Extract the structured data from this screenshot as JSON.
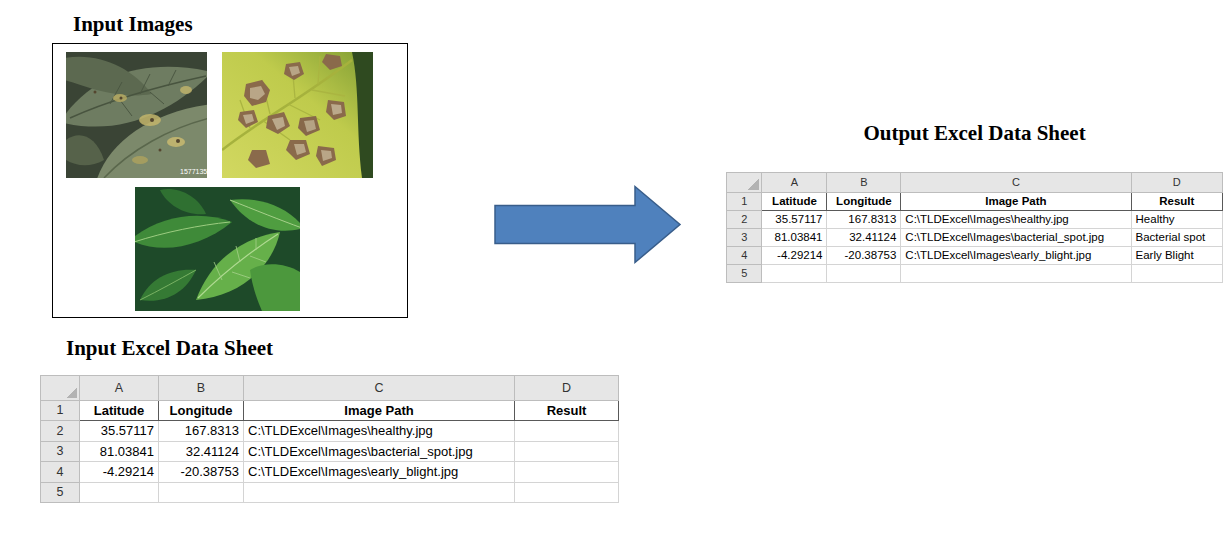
{
  "diagram": {
    "nodes": [
      {
        "text": [
          "Input Images"
        ]
      },
      {
        "text": [
          "Input Excel Data Sheet"
        ]
      },
      {
        "text": [
          "Output Excel Data Sheet"
        ]
      }
    ],
    "edges": [
      {
        "from": 0,
        "to": 2,
        "arrow": "to"
      }
    ],
    "labels": [
      "1577135",
      "A",
      "B",
      "C",
      "D",
      "1",
      "Latitude",
      "Longitude",
      "Image Path",
      "Result",
      "2",
      "35.57117",
      "167.8313",
      "C:\\TLDExcel\\Images\\healthy.jpg",
      "3",
      "81.03841",
      "32.41124",
      "C:\\TLDExcel\\Images\\bacterial_spot.jpg",
      "4",
      "-4.29214",
      "-20.38753",
      "C:\\TLDExcel\\Images\\early_blight.jpg",
      "5",
      "A",
      "B",
      "C",
      "D",
      "1",
      "Latitude",
      "Longitude",
      "Image Path",
      "Result",
      "2",
      "35.57117",
      "167.8313",
      "C:\\TLDExcel\\Images\\healthy.jpg",
      "Healthy",
      "3",
      "81.03841",
      "32.41124",
      "C:\\TLDExcel\\Images\\bacterial_spot.jpg",
      "Bacterial spot",
      "4",
      "-4.29214",
      "-20.38753",
      "C:\\TLDExcel\\Images\\early_blight.jpg",
      "Early Blight",
      "5"
    ]
  }
}
